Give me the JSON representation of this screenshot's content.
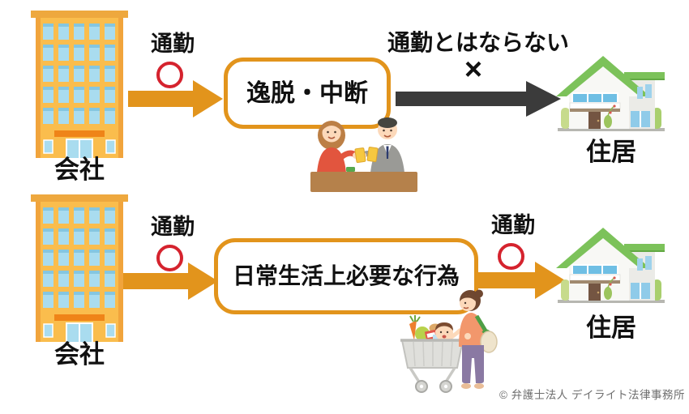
{
  "colors": {
    "accent_orange": "#E2941C",
    "mark_red": "#D5232E",
    "arrow_dark": "#3B3B3B",
    "text_black": "#111111",
    "copyright_gray": "#6E6E6E"
  },
  "icons": {
    "company": "office-building-icon",
    "house": "house-icon",
    "ok_mark": "red-circle-icon",
    "scene_row1": "after-work-drinking-icon",
    "scene_row2": "grocery-shopping-cart-icon",
    "arrow": "arrow-right-icon"
  },
  "rows": [
    {
      "company_label": "会社",
      "commute_out": {
        "label": "通勤",
        "mark": "○"
      },
      "box_label": "逸脱・中断",
      "scene": "after-work-drinking",
      "result": {
        "label": "通勤とはならない",
        "mark": "×"
      },
      "house_label": "住居"
    },
    {
      "company_label": "会社",
      "commute_out": {
        "label": "通勤",
        "mark": "○"
      },
      "box_label": "日常生活上必要な行為",
      "scene": "grocery-shopping",
      "commute_in": {
        "label": "通勤",
        "mark": "○"
      },
      "house_label": "住居"
    }
  ],
  "copyright": "© 弁護士法人 デイライト法律事務所"
}
